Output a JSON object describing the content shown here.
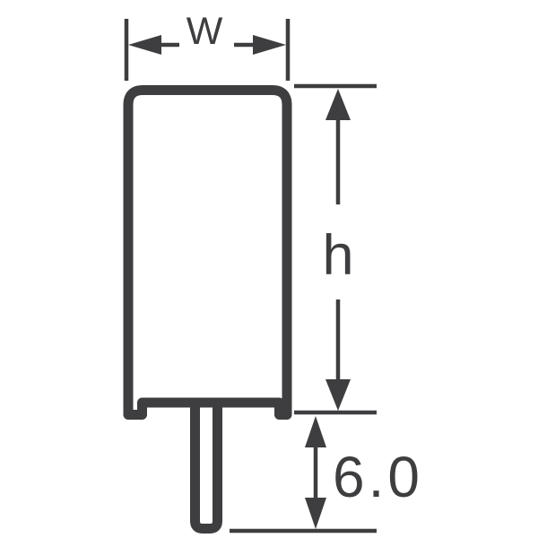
{
  "page": {
    "background": "#ffffff"
  },
  "diagram": {
    "type": "technical-dimension-drawing",
    "subject": "radial-component-package-side-view",
    "line_color": "#3e3e40",
    "labels": {
      "width": "W",
      "body_height": "h",
      "lead_length": "6.0"
    }
  }
}
